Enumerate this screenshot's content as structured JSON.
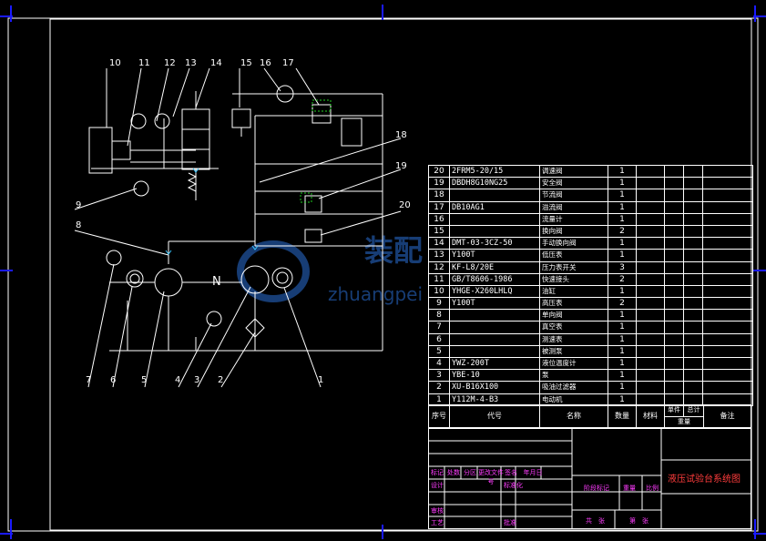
{
  "diagram": {
    "title": "液压试验台系统图",
    "callouts": [
      "1",
      "2",
      "3",
      "4",
      "5",
      "6",
      "7",
      "8",
      "9",
      "10",
      "11",
      "12",
      "13",
      "14",
      "15",
      "16",
      "17",
      "18",
      "19",
      "20"
    ],
    "pump_label": "N",
    "watermark": "装配图网 zhuangpeitu.com"
  },
  "bom": {
    "rows": [
      {
        "no": "20",
        "code": "2FRM5-20/15",
        "name": "调速阀",
        "qty": "1"
      },
      {
        "no": "19",
        "code": "DBDH8G10NG25",
        "name": "安全阀",
        "qty": "1"
      },
      {
        "no": "18",
        "code": "",
        "name": "节流阀",
        "qty": "1"
      },
      {
        "no": "17",
        "code": "DB10AG1",
        "name": "溢流阀",
        "qty": "1"
      },
      {
        "no": "16",
        "code": "",
        "name": "流量计",
        "qty": "1"
      },
      {
        "no": "15",
        "code": "",
        "name": "换向阀",
        "qty": "2"
      },
      {
        "no": "14",
        "code": "DMT-03-3CZ-50",
        "name": "手动换向阀",
        "qty": "1"
      },
      {
        "no": "13",
        "code": "Y100T",
        "name": "低压表",
        "qty": "1"
      },
      {
        "no": "12",
        "code": "KF-L8/20E",
        "name": "压力表开关",
        "qty": "3"
      },
      {
        "no": "11",
        "code": "GB/T8606-1986",
        "name": "快速接头",
        "qty": "2"
      },
      {
        "no": "10",
        "code": "YHGE-X260LHLQ",
        "name": "油缸",
        "qty": "1"
      },
      {
        "no": "9",
        "code": "Y100T",
        "name": "高压表",
        "qty": "2"
      },
      {
        "no": "8",
        "code": "",
        "name": "单向阀",
        "qty": "1"
      },
      {
        "no": "7",
        "code": "",
        "name": "真空表",
        "qty": "1"
      },
      {
        "no": "6",
        "code": "",
        "name": "测速表",
        "qty": "1"
      },
      {
        "no": "5",
        "code": "",
        "name": "被测泵",
        "qty": "1"
      },
      {
        "no": "4",
        "code": "YWZ-200T",
        "name": "液位温度计",
        "qty": "1"
      },
      {
        "no": "3",
        "code": "YBE-10",
        "name": "泵",
        "qty": "1"
      },
      {
        "no": "2",
        "code": "XU-B16X100",
        "name": "吸油过滤器",
        "qty": "1"
      },
      {
        "no": "1",
        "code": "Y112M-4-B3",
        "name": "电动机",
        "qty": "1"
      }
    ],
    "header": {
      "no": "序号",
      "code": "代号",
      "name": "名称",
      "qty": "数量",
      "material": "材料",
      "single": "单件",
      "total": "总计",
      "weight": "重量",
      "remark": "备注"
    }
  },
  "title_block": {
    "row1": [
      "标记",
      "处数",
      "分区",
      "更改文件号",
      "签名",
      "年月日"
    ],
    "design": "设计",
    "standard": "标准化",
    "stage": "阶段标记",
    "weight": "重量",
    "scale": "比例",
    "review": "审核",
    "process": "工艺",
    "approve": "批准",
    "sheets": "共　张",
    "sheet": "第　张"
  }
}
